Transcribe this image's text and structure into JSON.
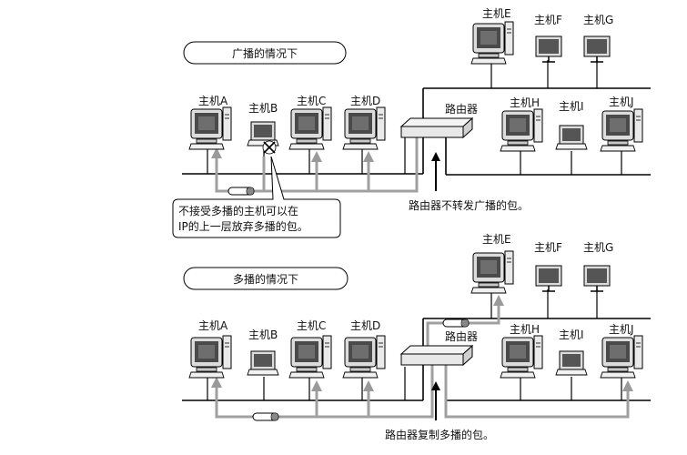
{
  "scenario_broadcast": {
    "title": "广播的情况下",
    "router_label": "路由器",
    "router_note": "路由器不转发广播的包。",
    "discard_note_line1": "不接受多播的主机可以在",
    "discard_note_line2": "IP的上一层放弃多播的包。",
    "hosts_left": [
      "主机A",
      "主机B",
      "主机C",
      "主机D"
    ],
    "hosts_right_top": [
      "主机E",
      "主机F",
      "主机G"
    ],
    "hosts_right_bottom": [
      "主机H",
      "主机I",
      "主机J"
    ]
  },
  "scenario_multicast": {
    "title": "多播的情况下",
    "router_label": "路由器",
    "router_note": "路由器复制多播的包。",
    "hosts_left": [
      "主机A",
      "主机B",
      "主机C",
      "主机D"
    ],
    "hosts_right_top": [
      "主机E",
      "主机F",
      "主机G"
    ],
    "hosts_right_bottom": [
      "主机H",
      "主机I",
      "主机J"
    ]
  }
}
